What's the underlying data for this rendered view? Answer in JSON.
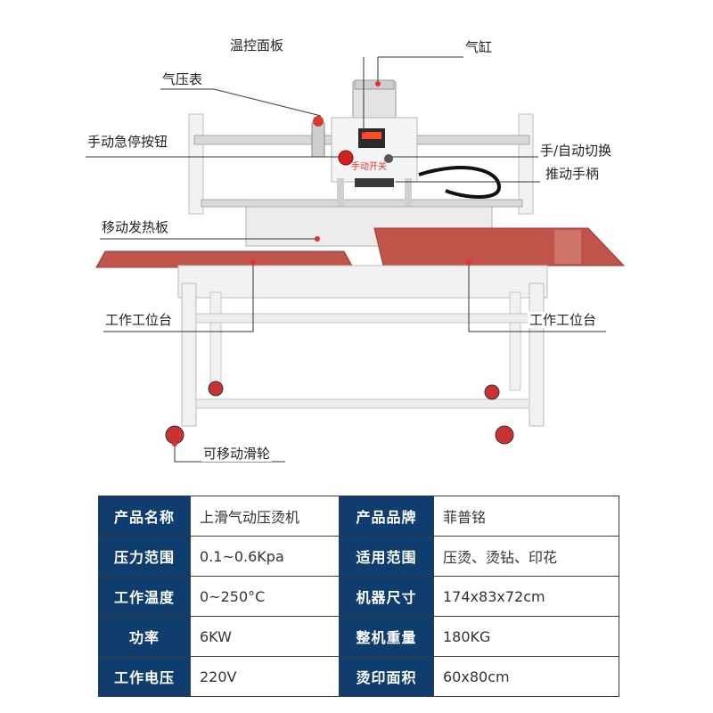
{
  "labels": {
    "temp_panel": "温控面板",
    "cylinder": "气缸",
    "pressure_gauge": "气压表",
    "emergency_stop": "手动急停按钮",
    "manual_auto": "手/自动切换",
    "push_handle": "推动手柄",
    "moving_heat_plate": "移动发热板",
    "workbench_left": "工作工位台",
    "workbench_right": "工作工位台",
    "casters": "可移动滑轮",
    "manual_switch": "手动开关"
  },
  "colors": {
    "header_cell": "#0f3d6e",
    "heat_pad": "#c0534a",
    "frame": "#eeeeee"
  },
  "specs": [
    [
      {
        "k": "产品名称",
        "v": "上滑气动压烫机"
      },
      {
        "k": "产品品牌",
        "v": "菲普铭"
      }
    ],
    [
      {
        "k": "压力范围",
        "v": "0.1~0.6Kpa"
      },
      {
        "k": "适用范围",
        "v": "压烫、烫钻、印花"
      }
    ],
    [
      {
        "k": "工作温度",
        "v": "0~250°C"
      },
      {
        "k": "机器尺寸",
        "v": "174x83x72cm"
      }
    ],
    [
      {
        "k": "功率",
        "v": "6KW"
      },
      {
        "k": "整机重量",
        "v": "180KG"
      }
    ],
    [
      {
        "k": "工作电压",
        "v": "220V"
      },
      {
        "k": "烫印面积",
        "v": "60x80cm"
      }
    ]
  ]
}
